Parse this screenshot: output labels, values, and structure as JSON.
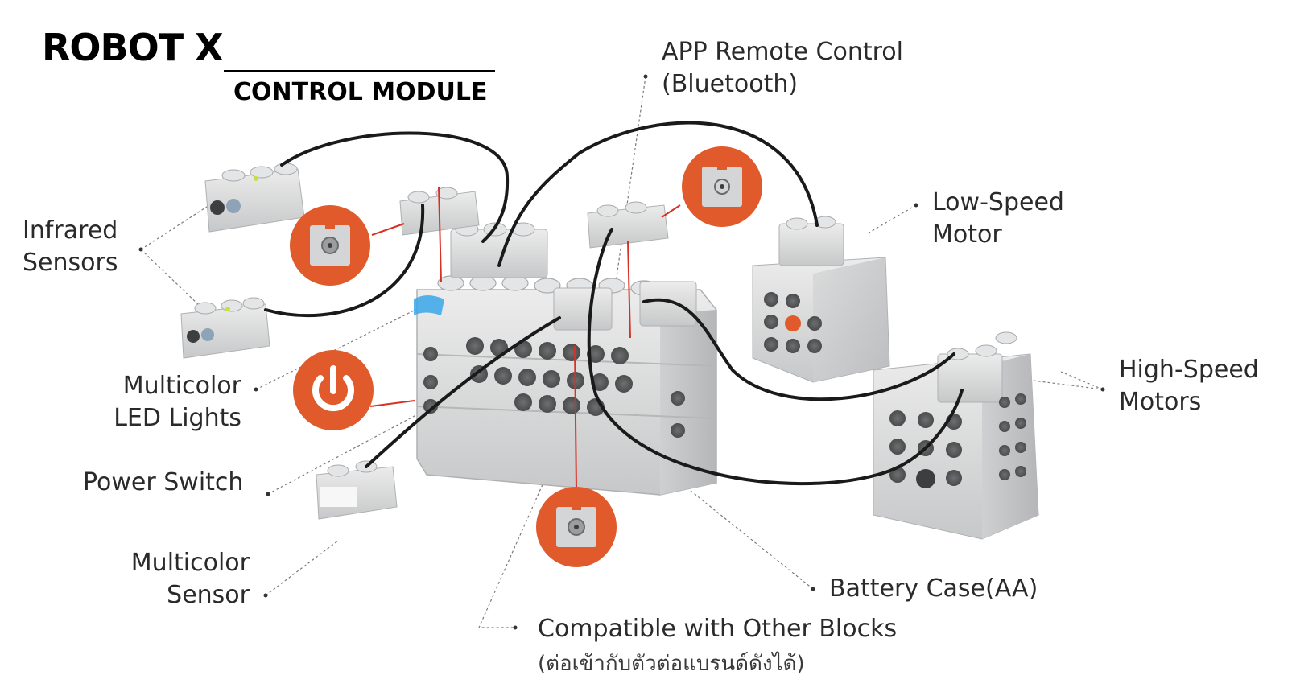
{
  "header": {
    "title": "ROBOT X",
    "subtitle": "CONTROL MODULE"
  },
  "labels": {
    "infrared": [
      "Infrared",
      "Sensors"
    ],
    "led": [
      "Multicolor",
      "LED Lights"
    ],
    "power": "Power Switch",
    "color_sensor": [
      "Multicolor",
      "Sensor"
    ],
    "app": [
      "APP Remote Control",
      "(Bluetooth)"
    ],
    "low_motor": [
      "Low-Speed",
      "Motor"
    ],
    "high_motor": [
      "High-Speed",
      "Motors"
    ],
    "battery": "Battery Case(AA)",
    "compatible": "Compatible with Other Blocks",
    "compatible_thai": "(ต่อเข้ากับตัวต่อแบรนด์ดังได้)"
  },
  "colors": {
    "accent_orange": "#e05a2b",
    "block_gray": "#d9dadb",
    "cable": "#1a1a1a",
    "led_blue": "#3aa6e8",
    "pointer_red": "#d93025"
  },
  "icons": [
    "power-icon",
    "connector-port-icon",
    "servo-port-icon"
  ]
}
